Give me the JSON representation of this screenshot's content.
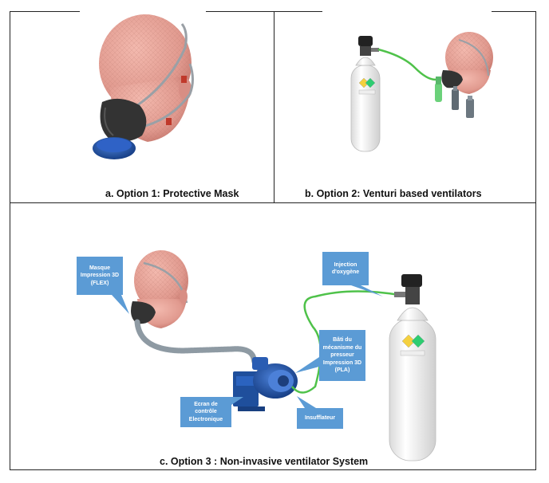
{
  "captions": {
    "a": "a. Option 1: Protective Mask",
    "b": "b. Option 2: Venturi based ventilators",
    "c": "c. Option 3 :  Non-invasive ventilator System"
  },
  "callouts": {
    "masque": [
      "Masque",
      "Impression 3D",
      "(FLEX)"
    ],
    "injection": [
      "Injection",
      "d'oxygène"
    ],
    "bati": [
      "Bâti du",
      "mécanisme du",
      "presseur",
      "Impression 3D",
      "(PLA)"
    ],
    "ecran": [
      "Ecran de",
      "contrôle",
      "Electronique"
    ],
    "insufflateur": [
      "Insufflateur"
    ]
  },
  "colors": {
    "callout": "#5b9bd5",
    "skin": "#e8a298",
    "mask": "#3a3a3a",
    "tube_green": "#4fc24a",
    "hose_gray": "#8e9aa3",
    "cylinder": "#f2f2f2",
    "blower_blue": "#1f4f9c"
  }
}
